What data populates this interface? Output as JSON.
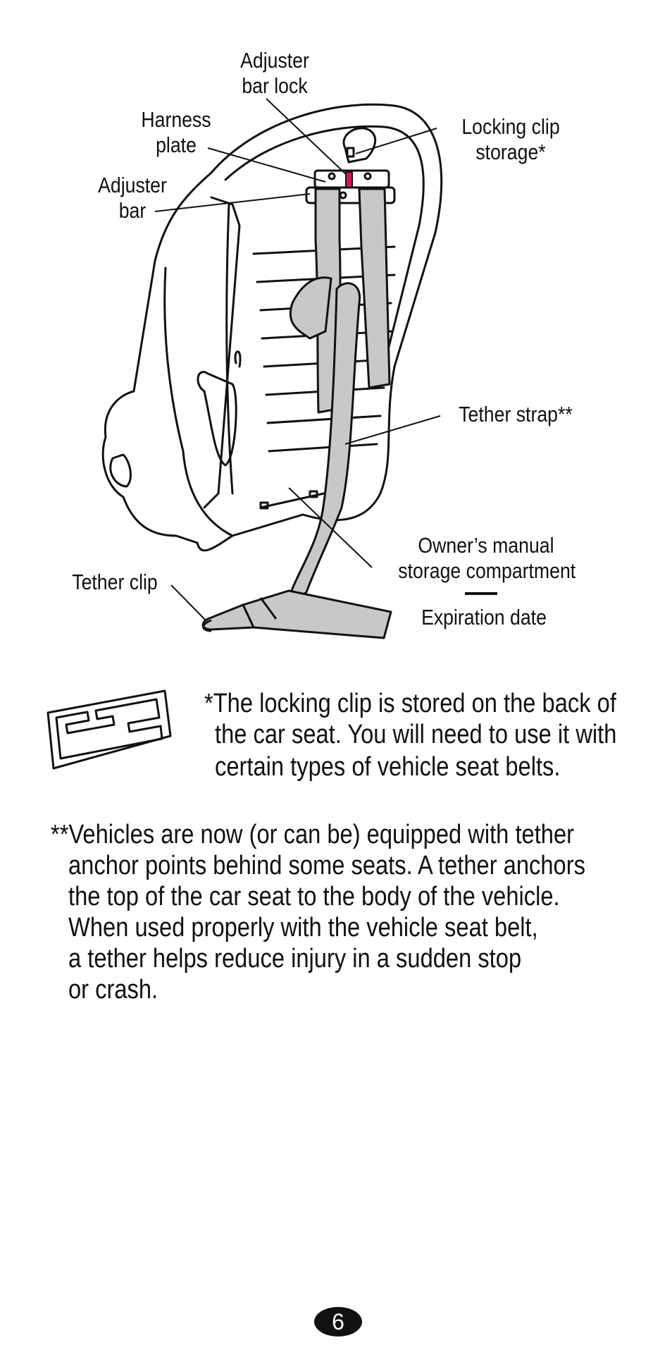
{
  "diagram": {
    "labels": {
      "adjuster_bar_lock": [
        "Adjuster",
        "bar lock"
      ],
      "harness_plate": [
        "Harness",
        "plate"
      ],
      "adjuster_bar": [
        "Adjuster",
        "bar"
      ],
      "locking_clip_storage": [
        "Locking clip",
        "storage*"
      ],
      "tether_strap": "Tether strap**",
      "owners_manual_storage": [
        "Owner’s manual",
        "storage compartment"
      ],
      "expiration_date": "Expiration date",
      "tether_clip": "Tether clip"
    },
    "colors": {
      "strap": "#c8c8c8",
      "outline": "#111111",
      "lock_accent": "#d4145a"
    }
  },
  "notes": {
    "locking_clip_note": [
      "*The locking clip is stored on the back of",
      "the car seat. You will need to use it with",
      "certain types of vehicle seat belts."
    ],
    "tether_note": [
      "**Vehicles are now (or can be) equipped with tether",
      "anchor points behind some seats. A tether anchors",
      "the top of the car seat to the body of the vehicle.",
      "When used properly with the vehicle seat belt,",
      "a tether helps reduce injury in a sudden stop",
      "or crash."
    ]
  },
  "page_number": "6"
}
